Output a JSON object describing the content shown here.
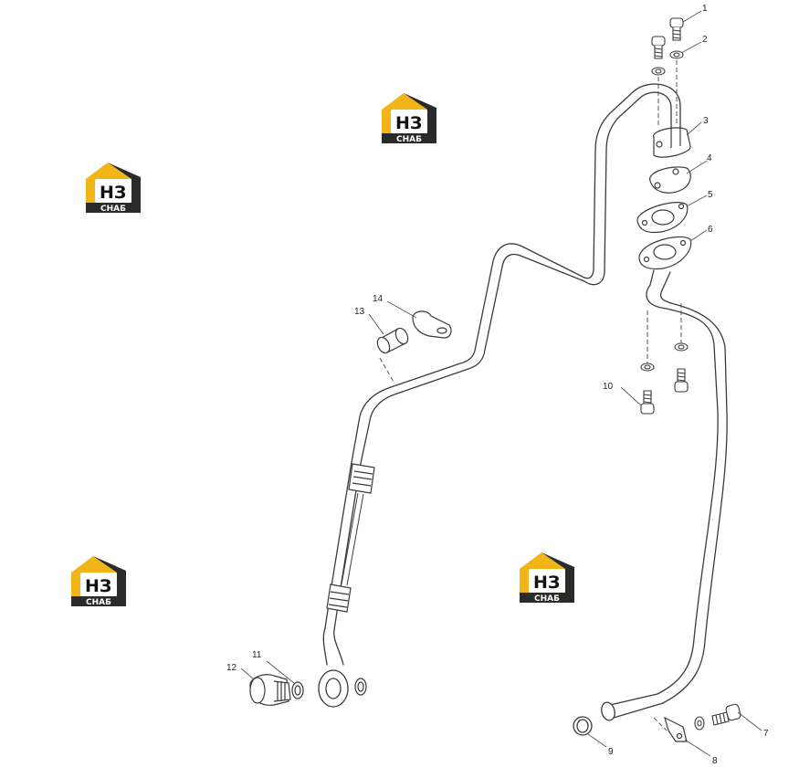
{
  "diagram": {
    "callouts": [
      "1",
      "2",
      "3",
      "4",
      "5",
      "6",
      "7",
      "8",
      "9",
      "10",
      "11",
      "12",
      "13",
      "14"
    ]
  },
  "logo": {
    "mark": "НЗ",
    "subtitle": "СНАБ",
    "colors": {
      "house": "#f2b518",
      "dark": "#2a2a2a",
      "text_light": "#ffffff"
    }
  },
  "colors": {
    "line": "#3a3a3a",
    "fill": "#ffffff",
    "leader": "#555555"
  }
}
